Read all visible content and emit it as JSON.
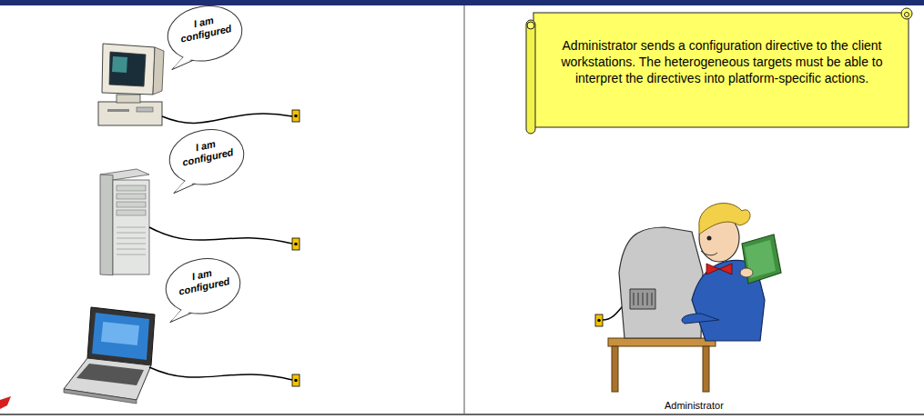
{
  "diagram": {
    "nodes": [
      {
        "text": [
          "I am configured"
        ]
      },
      {
        "text": [
          "I am configured"
        ]
      },
      {
        "text": [
          "I am configured"
        ]
      },
      {
        "text": [
          "Administrator sends a configuration directive to the client workstations. The heterogeneous targets must be able to interpret the directives into platform-specific actions."
        ]
      }
    ],
    "labels": [
      "Administrator"
    ]
  }
}
